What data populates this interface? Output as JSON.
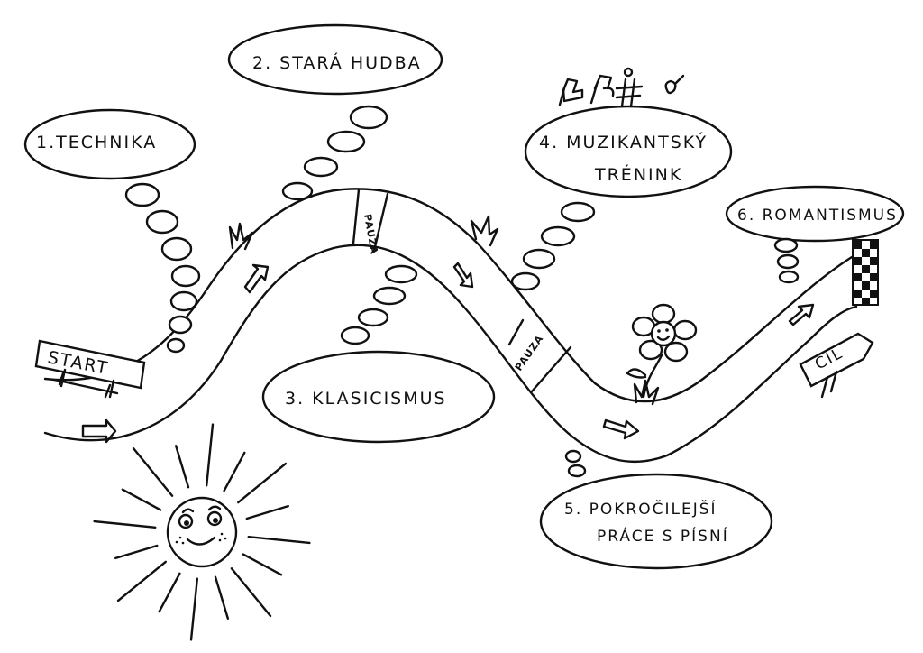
{
  "road": {
    "start_label": "START",
    "finish_label": "CÍL",
    "pause_labels": [
      "PAUZA",
      "PAUZA"
    ]
  },
  "stages": [
    {
      "lines": [
        "1.TECHNIKA"
      ]
    },
    {
      "lines": [
        "2. STARÁ HUDBA"
      ]
    },
    {
      "lines": [
        "3. KLASICISMUS"
      ]
    },
    {
      "lines": [
        "4. MUZIKANTSKÝ",
        "TRÉNINK"
      ]
    },
    {
      "lines": [
        "5. POKROČILEJŠÍ",
        "PRÁCE S PÍSNÍ"
      ]
    },
    {
      "lines": [
        "6. ROMANTISMUS"
      ]
    }
  ],
  "icons": [
    "sun-icon",
    "flower-icon",
    "finish-flag-icon",
    "direction-arrow-icon",
    "music-notes-icon",
    "grass-icon"
  ]
}
